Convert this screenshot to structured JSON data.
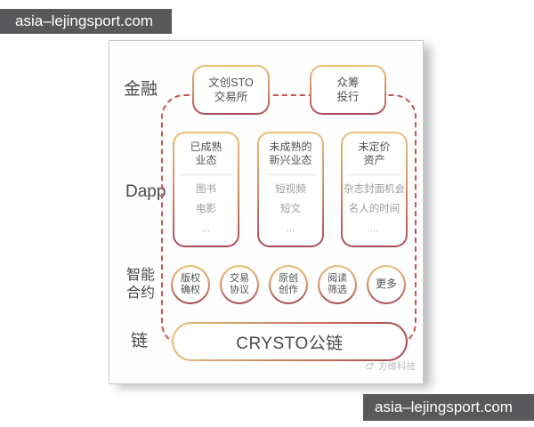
{
  "watermarks": {
    "top": "asia–lejingsport.com",
    "bottom": "asia–lejingsport.com"
  },
  "colors": {
    "accent_gold": "#e8c078",
    "accent_red": "#aa4a58",
    "dashed_border": "#c3574e",
    "label_text": "#4a4a4a",
    "item_text": "#9d9d9d",
    "watermark_bg": "#59595b"
  },
  "layers": {
    "finance": "金融",
    "dapp": "Dapp",
    "contract_line1": "智能",
    "contract_line2": "合约",
    "chain": "链"
  },
  "finance_boxes": [
    {
      "lines": [
        "文创STO",
        "交易所"
      ]
    },
    {
      "lines": [
        "众筹",
        "投行"
      ]
    }
  ],
  "dapp_boxes": [
    {
      "header": [
        "已成熟",
        "业态"
      ],
      "items": [
        "图书",
        "电影",
        "..."
      ]
    },
    {
      "header": [
        "未成熟的",
        "新兴业态"
      ],
      "items": [
        "短视频",
        "短文",
        "..."
      ]
    },
    {
      "header": [
        "未定价",
        "资产"
      ],
      "items": [
        "杂志封面机会",
        "名人的时间",
        "..."
      ]
    }
  ],
  "contract_circles": [
    {
      "lines": [
        "版权",
        "确权"
      ]
    },
    {
      "lines": [
        "交易",
        "协议"
      ]
    },
    {
      "lines": [
        "原创",
        "创作"
      ]
    },
    {
      "lines": [
        "阅读",
        "筛选"
      ]
    },
    {
      "lines": [
        "更多"
      ]
    }
  ],
  "chain_pill": "CRYSTO公链",
  "logo_text": "方维科技"
}
